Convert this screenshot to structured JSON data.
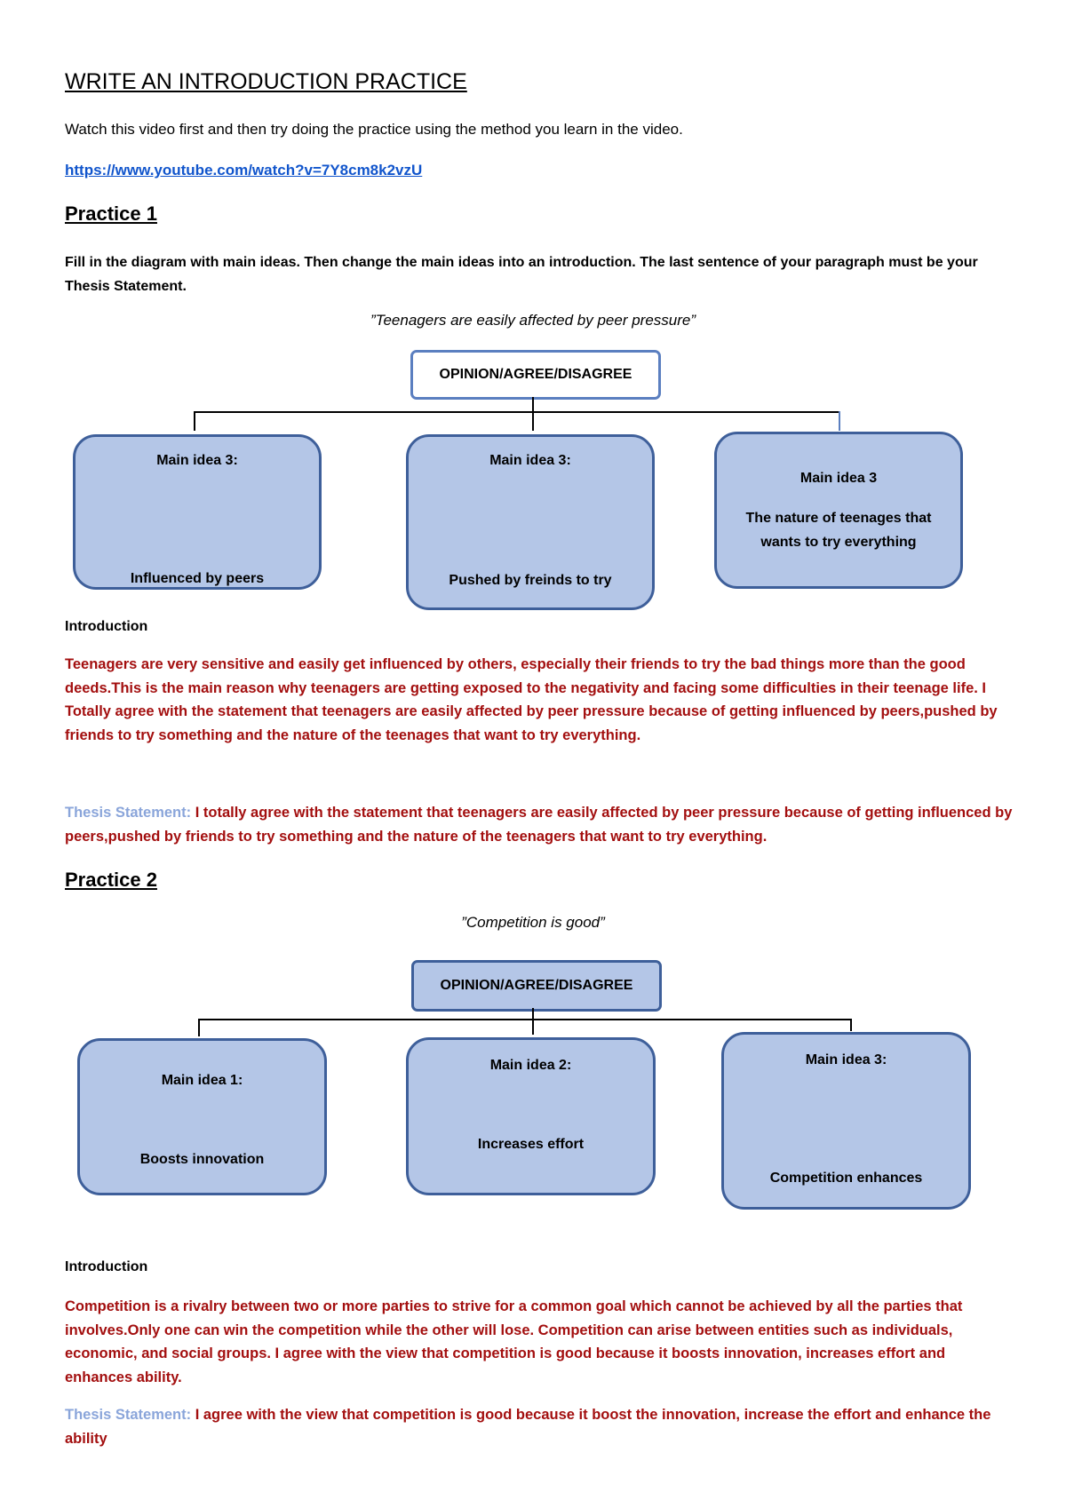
{
  "title": "WRITE AN INTRODUCTION PRACTICE",
  "intro_text": "Watch this video first and then try doing the practice using the method you learn in the video.",
  "video_link": "https://www.youtube.com/watch?v=7Y8cm8k2vzU",
  "practice1": {
    "heading": "Practice 1",
    "instructions": "Fill in the diagram with main ideas. Then change the main ideas into an introduction. The last sentence of your paragraph must be your Thesis Statement.",
    "statement": "”Teenagers are easily affected by peer pressure”",
    "opinion_box": "OPINION/AGREE/DISAGREE",
    "ideas": [
      {
        "title": "Main idea 3:",
        "text": "Influenced by peers"
      },
      {
        "title": "Main idea 3:",
        "text": "Pushed by freinds to try"
      },
      {
        "title": "Main idea 3",
        "text": "The nature of teenages that wants to try everything"
      }
    ],
    "introduction_label": "Introduction",
    "introduction": " Teenagers are very sensitive and easily get influenced by others, especially their friends  to try the bad things more than the good deeds.This is the main reason why teenagers are getting exposed to the negativity and facing some difficulties in their teenage life. I Totally agree with the statement  that teenagers are easily affected by peer pressure because of getting influenced by peers,pushed by friends to try something and the nature of the teenages that want to try everything.",
    "thesis_label": "Thesis Statement:",
    "thesis": " I totally agree with the statement that teenagers are easily affected by peer pressure because of getting influenced by peers,pushed by friends to try something and the nature of the teenagers that want to try everything."
  },
  "practice2": {
    "heading": "Practice 2",
    "statement": "”Competition is good”",
    "opinion_box": "OPINION/AGREE/DISAGREE",
    "ideas": [
      {
        "title": "Main idea 1:",
        "text": "Boosts  innovation"
      },
      {
        "title": "Main idea 2:",
        "text": "Increases effort"
      },
      {
        "title": "Main idea 3:",
        "text": "Competition enhances"
      }
    ],
    "introduction_label": "Introduction",
    "introduction": "Competition is a rivalry between two or more parties to strive for a common goal which cannot be achieved by all the parties that involves.Only one can win the competition while the other will lose. Competition can arise between entities such as individuals, economic, and social groups. I agree with the view that competition is good because it boosts innovation, increases effort and enhances ability.",
    "thesis_label": "Thesis Statement:",
    "thesis": " I agree with the view that competition is good because it boost the innovation, increase the effort and enhance the ability"
  }
}
